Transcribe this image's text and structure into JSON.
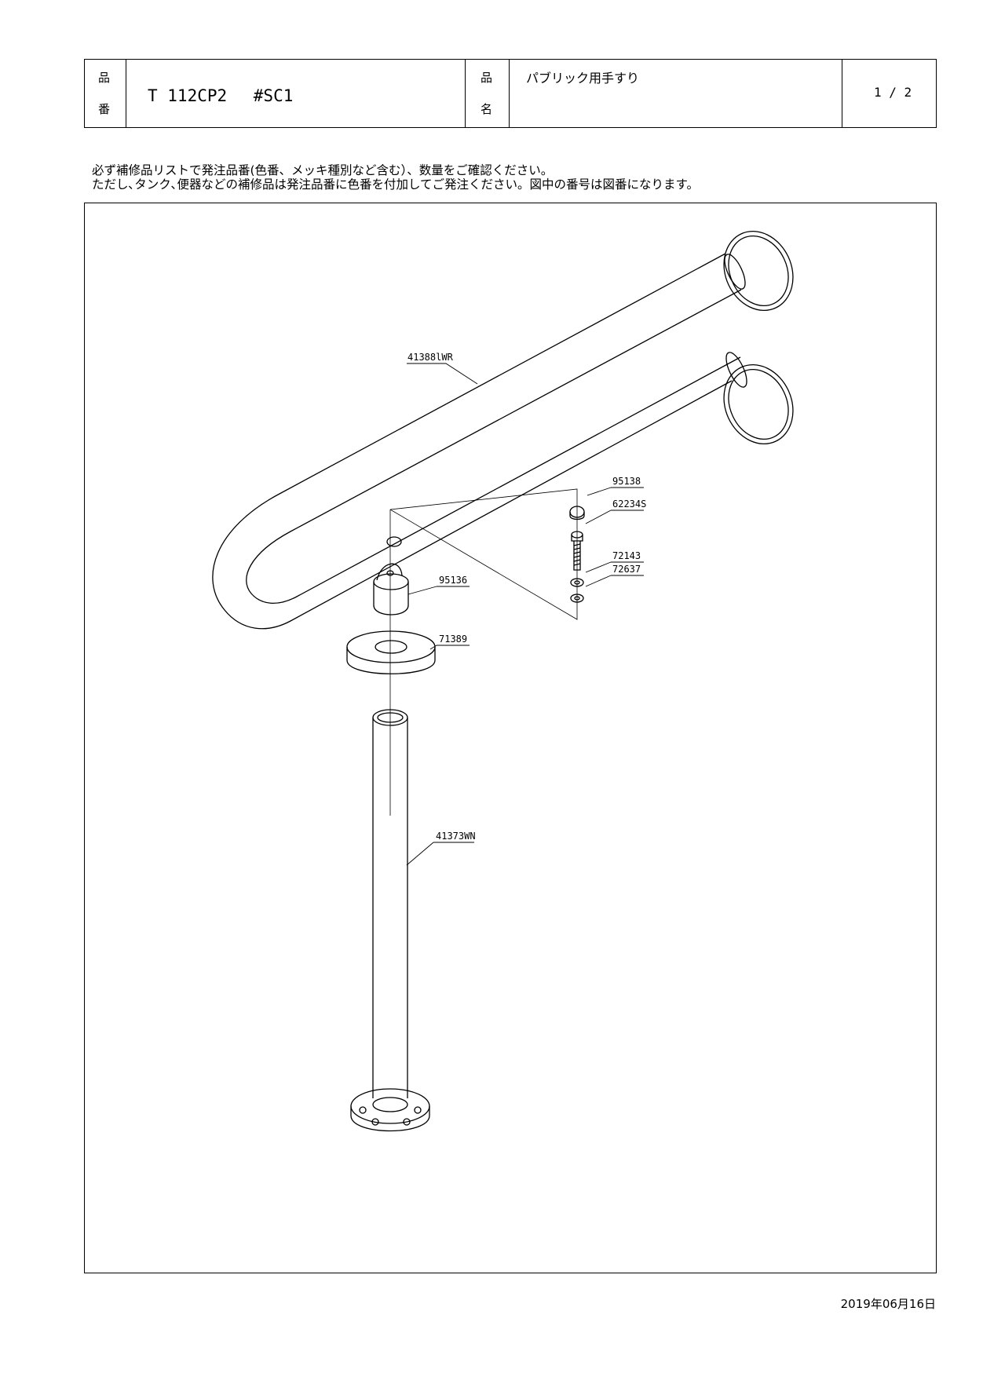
{
  "header": {
    "part_no_label_1": "品",
    "part_no_label_2": "番",
    "part_no": "T 112CP2　 #SC1",
    "name_label_1": "品",
    "name_label_2": "名",
    "product_name": "パブリック用手すり",
    "page": "1 / 2"
  },
  "notes": {
    "line1": "必ず補修品リストで発注品番(色番、メッキ種別など含む）、数量をご確認ください。",
    "line2": "ただし､タンク､便器などの補修品は発注品番に色番を付加してご発注ください。図中の番号は図番になります。"
  },
  "parts": {
    "p1": "41388lWR",
    "p2": "95138",
    "p3": "62234S",
    "p4": "72143",
    "p5": "72637",
    "p6": "95136",
    "p7": "71389",
    "p8": "41373WN"
  },
  "footer": {
    "date": "2019年06月16日"
  }
}
